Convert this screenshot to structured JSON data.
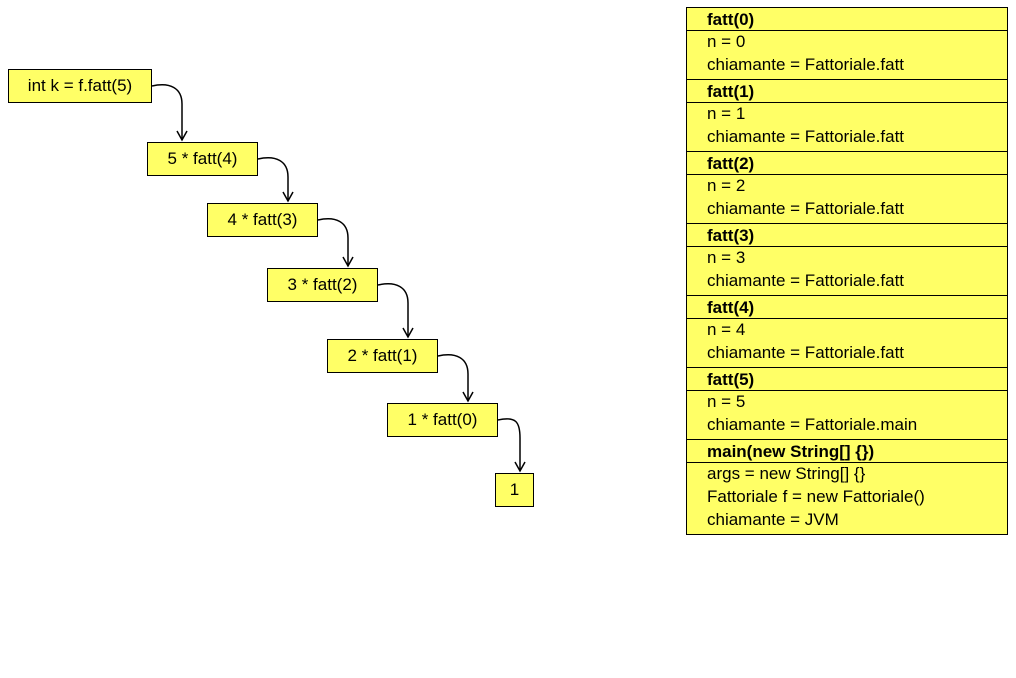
{
  "calls": [
    {
      "label": "int k = f.fatt(5)"
    },
    {
      "label": "5 * fatt(4)"
    },
    {
      "label": "4 * fatt(3)"
    },
    {
      "label": "3 * fatt(2)"
    },
    {
      "label": "2 * fatt(1)"
    },
    {
      "label": "1 * fatt(0)"
    },
    {
      "label": "1"
    }
  ],
  "stack": [
    {
      "header": "fatt(0)",
      "lines": [
        "n = 0",
        "chiamante = Fattoriale.fatt"
      ]
    },
    {
      "header": "fatt(1)",
      "lines": [
        "n = 1",
        "chiamante = Fattoriale.fatt"
      ]
    },
    {
      "header": "fatt(2)",
      "lines": [
        "n = 2",
        "chiamante = Fattoriale.fatt"
      ]
    },
    {
      "header": "fatt(3)",
      "lines": [
        "n = 3",
        "chiamante = Fattoriale.fatt"
      ]
    },
    {
      "header": "fatt(4)",
      "lines": [
        "n = 4",
        "chiamante = Fattoriale.fatt"
      ]
    },
    {
      "header": "fatt(5)",
      "lines": [
        "n = 5",
        "chiamante = Fattoriale.main"
      ]
    },
    {
      "header": "main(new String[] {})",
      "lines": [
        "args = new String[] {}",
        "Fattoriale f = new Fattoriale()",
        "chiamante = JVM"
      ]
    }
  ],
  "colors": {
    "box_fill": "#ffff66",
    "border": "#000000"
  }
}
